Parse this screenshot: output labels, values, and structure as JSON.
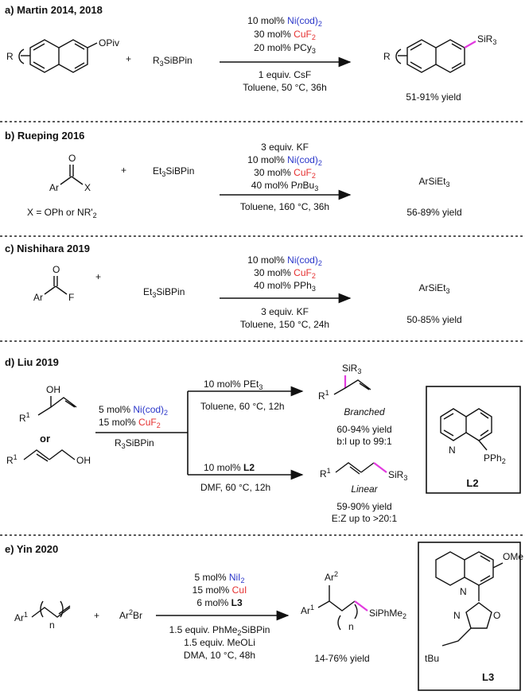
{
  "sections": [
    {
      "label": "a) Martin 2014, 2018",
      "reagents_above": [
        "10 mol% ",
        "Ni(cod)",
        "2",
        "30 mol% ",
        "CuF",
        "2",
        "20 mol% PCy",
        "3"
      ],
      "reagents_below": [
        "1 equiv. CsF",
        "Toluene, 50 °C, 36h"
      ],
      "substrate_group": "OPiv",
      "substrate_r": "R",
      "plus": "+",
      "silane": [
        "R",
        "3",
        "SiBPin"
      ],
      "product_group": [
        "SiR",
        "3"
      ],
      "product_r": "R",
      "yield": "51-91% yield"
    },
    {
      "label": "b) Rueping 2016",
      "reagents_above": [
        "3 equiv. KF",
        "10 mol% ",
        "Ni(cod)",
        "2",
        "30 mol% ",
        "CuF",
        "2",
        "40 mol% P",
        "n",
        "Bu",
        "3"
      ],
      "reagents_below": [
        "Toluene, 160 °C, 36h"
      ],
      "substrate_atoms": [
        "O",
        "Ar",
        "X"
      ],
      "substrate_note": [
        "X = OPh or NR'",
        "2"
      ],
      "plus": "+",
      "silane": [
        "Et",
        "3",
        "SiBPin"
      ],
      "product": [
        "ArSiEt",
        "3"
      ],
      "yield": "56-89% yield"
    },
    {
      "label": "c) Nishihara 2019",
      "reagents_above": [
        "10 mol% ",
        "Ni(cod)",
        "2",
        "30 mol% ",
        "CuF",
        "2",
        "40 mol% PPh",
        "3"
      ],
      "reagents_below": [
        "3 equiv. KF",
        "Toluene, 150 °C, 24h"
      ],
      "substrate_atoms": [
        "O",
        "Ar",
        "F"
      ],
      "plus": "+",
      "silane": [
        "Et",
        "3",
        "SiBPin"
      ],
      "product": [
        "ArSiEt",
        "3"
      ],
      "yield": "50-85% yield"
    },
    {
      "label": "d) Liu 2019",
      "substrate_atoms": [
        "OH",
        "R",
        "1"
      ],
      "or": "or",
      "substrate2_atoms": [
        "R",
        "1",
        "OH"
      ],
      "common_reagents": [
        "5 mol% ",
        "Ni(cod)",
        "2",
        "15 mol% ",
        "CuF",
        "2",
        "R",
        "3",
        "SiBPin"
      ],
      "branch_top": [
        "10 mol% PEt",
        "3",
        "Toluene, 60 °C, 12h"
      ],
      "branch_bottom": [
        "10 mol% ",
        "L2",
        "DMF, 60 °C, 12h"
      ],
      "product_top": [
        "SiR",
        "3",
        "R",
        "1"
      ],
      "product_top_name": "Branched",
      "product_top_yield": [
        "60-94% yield",
        "b:l up to 99:1"
      ],
      "product_bottom": [
        "R",
        "1",
        "SiR",
        "3"
      ],
      "product_bottom_name": "Linear",
      "product_bottom_yield": [
        "59-90% yield",
        "E:Z up to >20:1"
      ],
      "ligand_atoms": [
        "N",
        "PPh",
        "2"
      ],
      "ligand_label": "L2"
    },
    {
      "label": "e) Yin 2020",
      "substrate_atoms": [
        "Ar",
        "1",
        "n"
      ],
      "plus": "+",
      "aryl": [
        "Ar",
        "2",
        "Br"
      ],
      "reagents_above": [
        "5 mol% ",
        "NiI",
        "2",
        "15 mol% ",
        "CuI",
        "6 mol% ",
        "L3"
      ],
      "reagents_below": [
        "1.5 equiv. PhMe",
        "2",
        "SiBPin",
        "1.5 equiv. MeOLi",
        "DMA, 10 °C, 48h"
      ],
      "product_atoms": [
        "Ar",
        "2",
        "Ar",
        "1",
        "n",
        "SiPhMe",
        "2"
      ],
      "yield": "14-76% yield",
      "ligand_atoms": [
        "N",
        "OMe",
        "O",
        "N",
        "tBu"
      ],
      "ligand_label": "L3"
    }
  ]
}
